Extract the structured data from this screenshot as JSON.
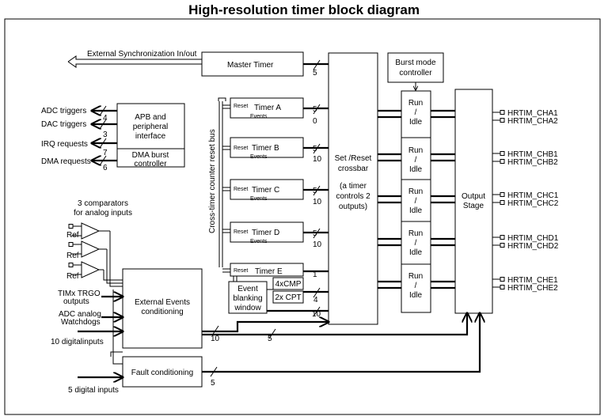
{
  "title": "High-resolution timer block diagram",
  "labels": {
    "ext_sync": "External Synchronization In/out",
    "master_timer": "Master Timer",
    "burst_1": "Burst mode",
    "burst_2": "controller",
    "reset": "Reset",
    "events": "Events",
    "timer_a": "Timer A",
    "timer_b": "Timer B",
    "timer_c": "Timer C",
    "timer_d": "Timer D",
    "timer_e": "Timer E",
    "apb_1": "APB and",
    "apb_2": "peripheral",
    "apb_3": "interface",
    "dma_1": "DMA burst",
    "dma_2": "controller",
    "adc_triggers": "ADC triggers",
    "dac_triggers": "DAC triggers",
    "irq_requests": "IRQ requests",
    "dma_requests": "DMA requests",
    "crossbar_1": "Set /Reset",
    "crossbar_2": "crossbar",
    "crossbar_3": "(a timer",
    "crossbar_4": "controls 2",
    "crossbar_5": "outputs)",
    "run": "Run",
    "slash": "/",
    "idle": "Idle",
    "output_1": "Output",
    "output_2": "Stage",
    "cross_bus": "Cross-timer counter reset bus",
    "comparators_1": "3 comparators",
    "comparators_2": "for analog inputs",
    "ref": "Ref",
    "trgo_1": "TIMx TRGO",
    "trgo_2": "outputs",
    "adc_wd_1": "ADC analog",
    "adc_wd_2": "Watchdogs",
    "digital_10": "10 digitalinputs",
    "ext_events_1": "External Events",
    "ext_events_2": "conditioning",
    "blank_1": "Event",
    "blank_2": "blanking",
    "blank_3": "window",
    "cmp": "4xCMP",
    "cpt": "2x CPT",
    "fault": "Fault conditioning",
    "digital_5": "5 digital inputs",
    "n4": "4",
    "n3": "3",
    "n7": "7",
    "n6": "6",
    "n5": "5",
    "n10": "10",
    "n0": "0",
    "n1": "1"
  },
  "outputs": [
    "HRTIM_CHA1",
    "HRTIM_CHA2",
    "HRTIM_CHB1",
    "HRTIM_CHB2",
    "HRTIM_CHC1",
    "HRTIM_CHC2",
    "HRTIM_CHD1",
    "HRTIM_CHD2",
    "HRTIM_CHE1",
    "HRTIM_CHE2"
  ]
}
